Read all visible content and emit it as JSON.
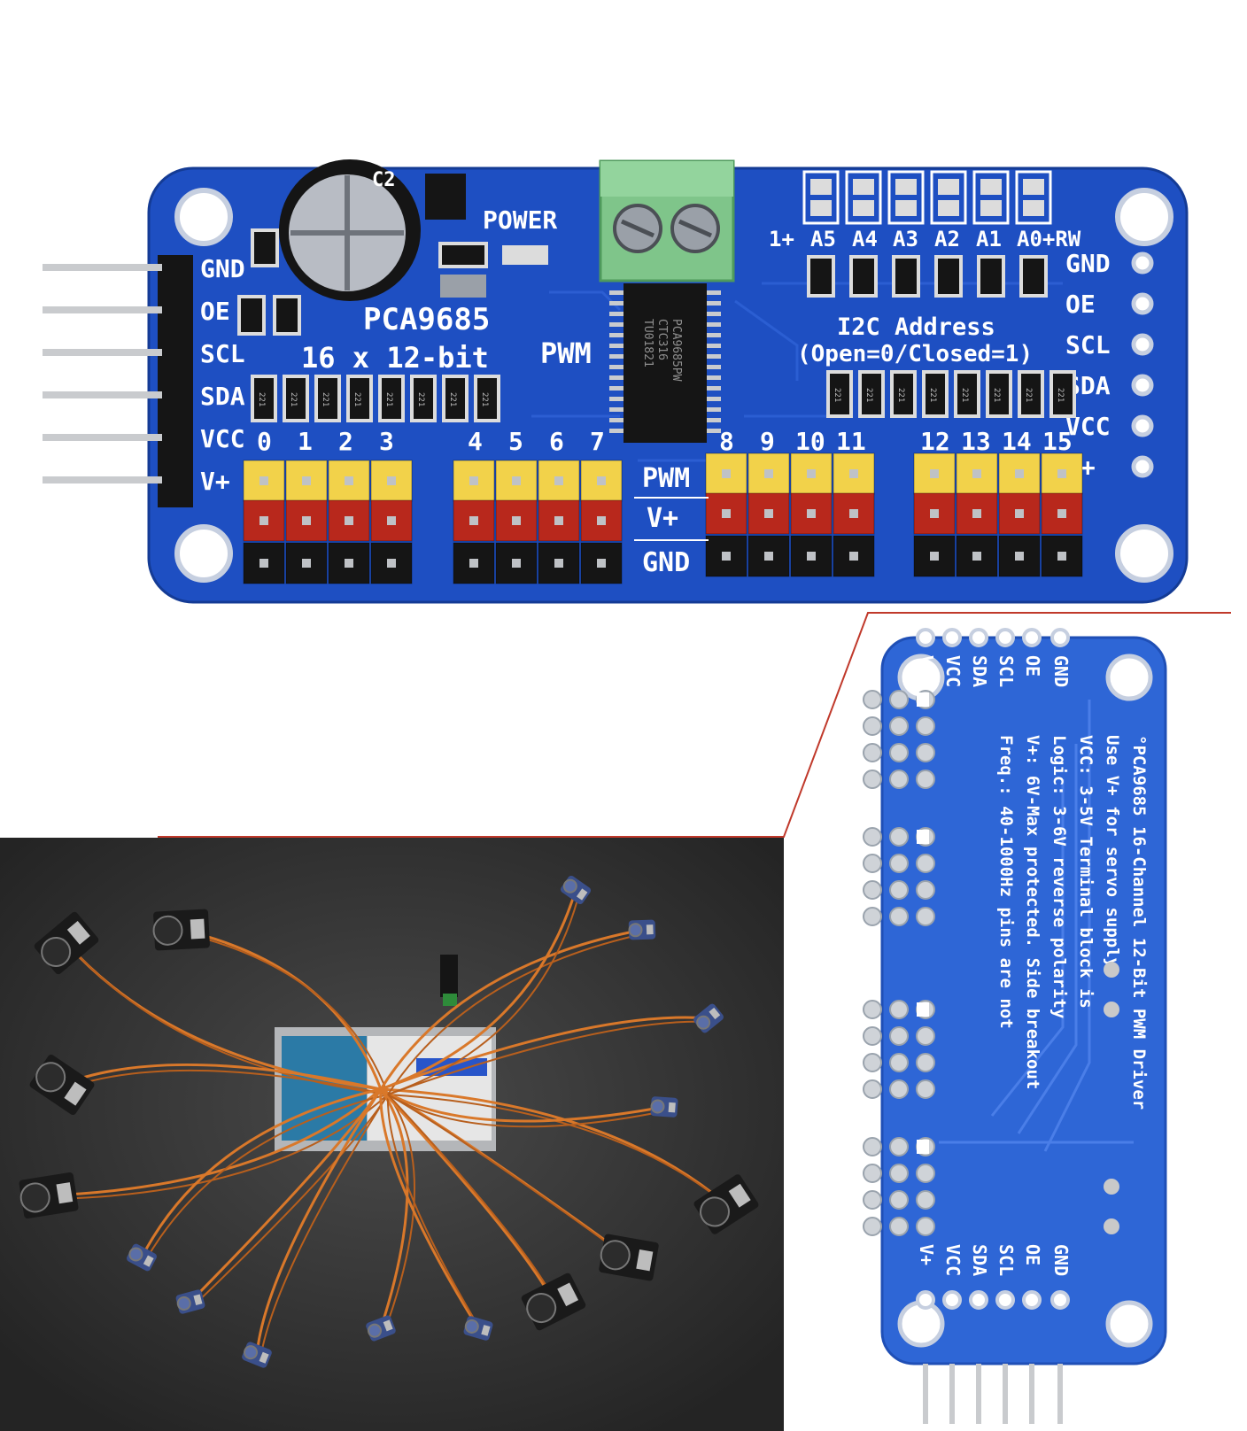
{
  "top_board": {
    "left_pins": [
      "GND",
      "OE",
      "SCL",
      "SDA",
      "VCC",
      "V+"
    ],
    "right_pins": [
      "GND",
      "OE",
      "SCL",
      "SDA",
      "VCC",
      "V+"
    ],
    "chip_name": "PCA9685",
    "chip_desc": "16 x 12-bit",
    "pwm_label": "PWM",
    "power_label": "POWER",
    "addr_title": "I2C Address",
    "addr_note": "(Open=0/Closed=1)",
    "addr_pins": [
      "1+",
      "A5",
      "A4",
      "A3",
      "A2",
      "A1",
      "A0+RW"
    ],
    "channels": [
      "0",
      "1",
      "2",
      "3",
      "4",
      "5",
      "6",
      "7",
      "8",
      "9",
      "10",
      "11",
      "12",
      "13",
      "14",
      "15"
    ],
    "row_labels": [
      "PWM",
      "V+",
      "GND"
    ],
    "resistor_code": "221",
    "ic_text": [
      "PCA9685PW",
      "CTC316",
      "TU01821"
    ],
    "cap_text": "C2"
  },
  "back_board": {
    "top_pins": [
      "V+",
      "VCC",
      "SDA",
      "SCL",
      "OE",
      "GND"
    ],
    "bottom_pins": [
      "V+",
      "VCC",
      "SDA",
      "SCL",
      "OE",
      "GND"
    ],
    "lines": [
      "°PCA9685 16-Channel 12-Bit PWM Driver",
      "Use V+ for servo supply",
      "VCC:  3-5V    Terminal block is",
      "Logic: 3-6V   reverse polarity",
      "V+:   6V-Max  protected. Side breakout",
      "Freq.: 40-1000Hz  pins are not"
    ]
  },
  "colors": {
    "pcb_blue": "#1e4fc2",
    "header_yellow": "#f2d24a",
    "header_red": "#b8281c",
    "header_black": "#151515",
    "terminal_green": "#7fc58a",
    "photo_bg": "#333333",
    "servo_wire": "#d9782a",
    "accent_line": "#c0392b"
  }
}
